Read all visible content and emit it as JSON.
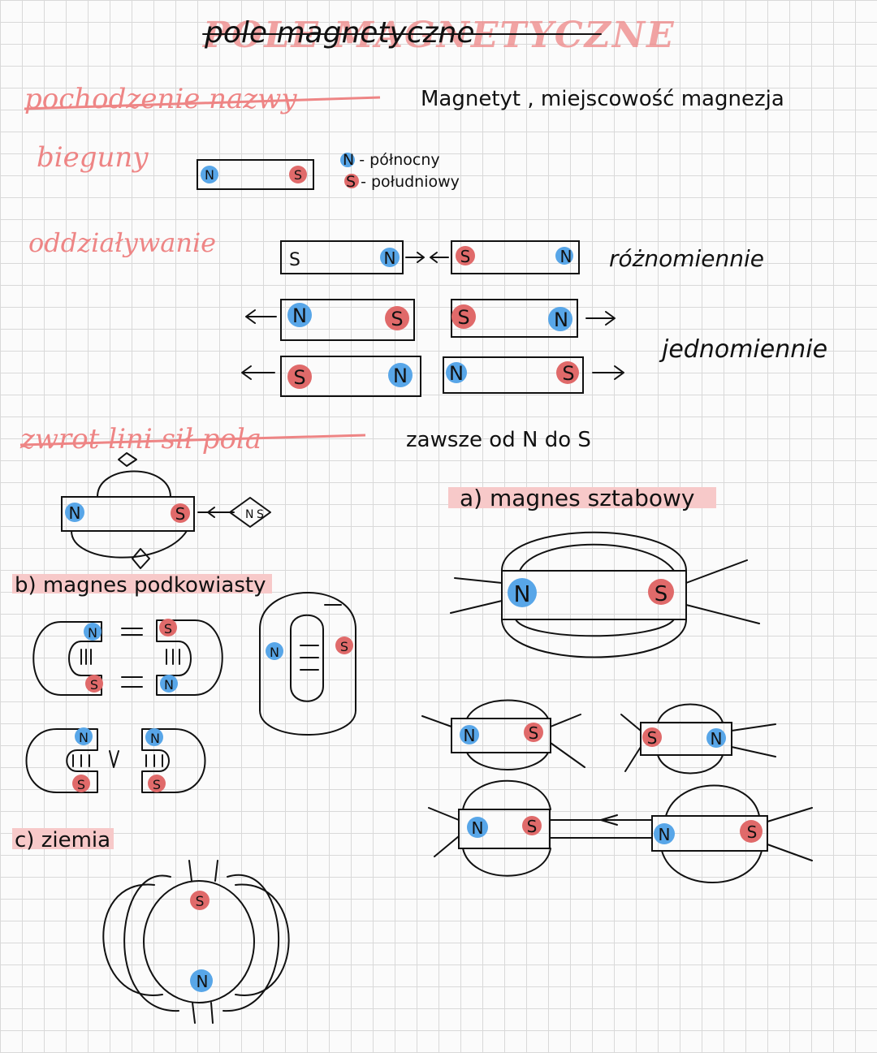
{
  "title": "pole magnetyczne",
  "origin": {
    "heading": "pochodzenie nazwy",
    "text": "Magnetyt , miejscowość magnezja"
  },
  "poles": {
    "heading": "bieguny",
    "legend_n": "N - północny",
    "legend_s": "S - południowy",
    "n": "N",
    "s": "S"
  },
  "interaction": {
    "heading": "oddziaływanie",
    "unlike": "różnomiennie",
    "like": "jednomiennie"
  },
  "field_lines": {
    "heading": "zwrot lini sił pola",
    "rule": "zawsze od N do S",
    "bar_magnet": "a) magnes sztabowy",
    "horseshoe": "b) magnes podkowiasty",
    "earth": "c) ziemia"
  },
  "colors": {
    "pink": "#ee8585",
    "highlight": "#f7c9c9",
    "north": "#58a6e8",
    "south": "#e06a6a"
  }
}
